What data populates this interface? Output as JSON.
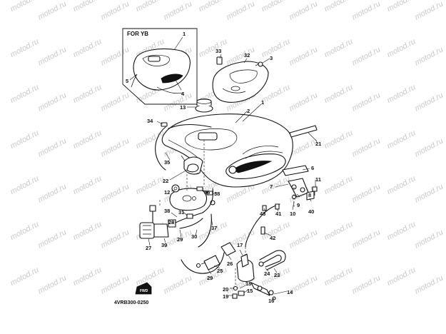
{
  "watermark": "motod.ru",
  "inset_title": "FOR YB",
  "drawing_code": "4VRB300-0250",
  "fwd_label": "FWD",
  "callouts": [
    "1",
    "2",
    "3",
    "4",
    "5",
    "6",
    "7",
    "8",
    "9",
    "10",
    "11",
    "12",
    "13",
    "14",
    "15",
    "16",
    "17",
    "18",
    "19",
    "20",
    "21",
    "22",
    "23",
    "24",
    "25",
    "26",
    "27",
    "28",
    "29",
    "30",
    "31",
    "32",
    "33",
    "34",
    "35",
    "36",
    "37",
    "38",
    "39",
    "40",
    "41",
    "42",
    "43"
  ]
}
